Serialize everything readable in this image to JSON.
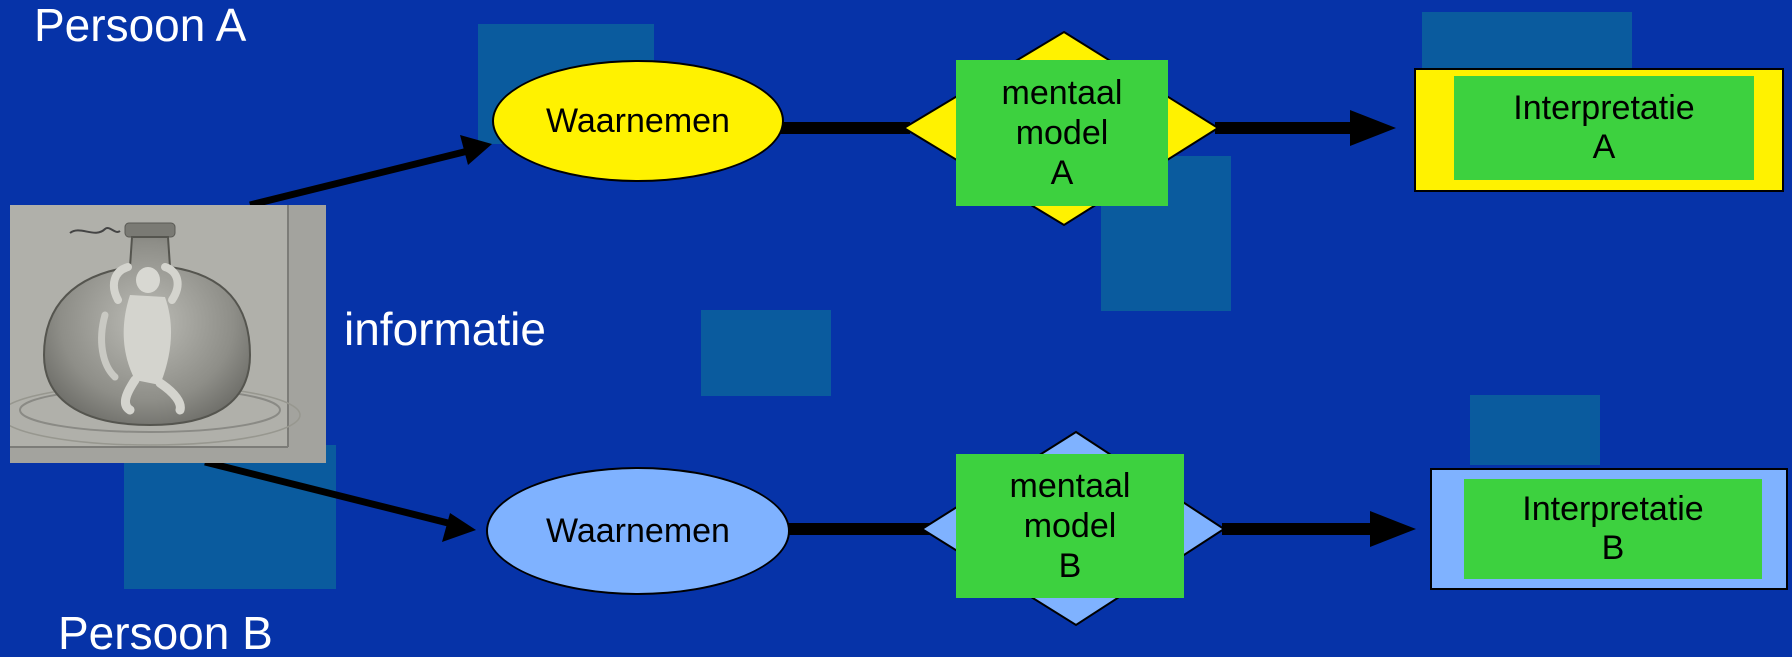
{
  "person_a": {
    "label": "Persoon A"
  },
  "person_b": {
    "label": "Persoon B"
  },
  "information_label": "informatie",
  "row_a": {
    "perceive_label": "Waarnemen",
    "model_line1": "mentaal",
    "model_line2": "model",
    "model_line3": "A",
    "interpretation_line1": "Interpretatie",
    "interpretation_line2": "A"
  },
  "row_b": {
    "perceive_label": "Waarnemen",
    "model_line1": "mentaal",
    "model_line2": "model",
    "model_line3": "B",
    "interpretation_line1": "Interpretatie",
    "interpretation_line2": "B"
  },
  "colors": {
    "background": "#0633a8",
    "decor_square": "#0a5b9e",
    "person_a_accent": "#fff200",
    "person_b_accent": "#7fb2ff",
    "model_box": "#3dd13f"
  },
  "icons": {
    "image": "bottle-figure-drawing"
  }
}
